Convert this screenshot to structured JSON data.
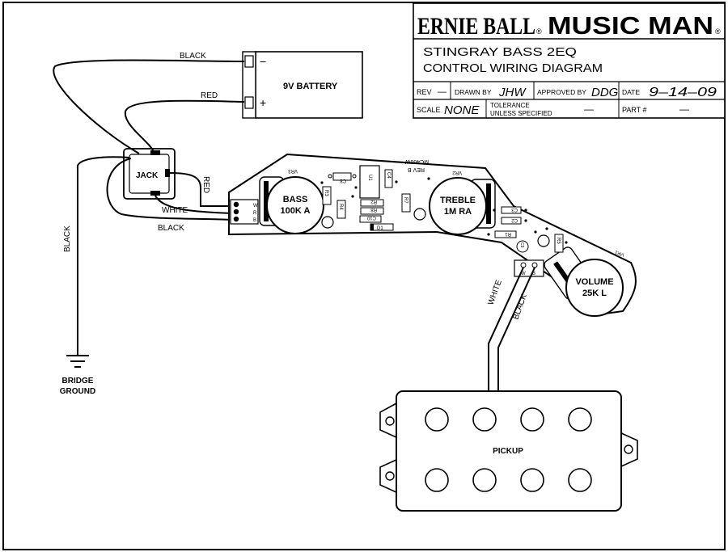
{
  "title_block": {
    "brand_left": "ERNIE BALL",
    "brand_right": "MUSIC MAN",
    "reg_mark": "®",
    "title_line1": "STINGRAY BASS 2EQ",
    "title_line2": "CONTROL WIRING DIAGRAM",
    "rev_label": "REV",
    "rev_value": "—",
    "drawn_label": "DRAWN BY",
    "drawn_value": "JHW",
    "approved_label": "APPROVED BY",
    "approved_value": "DDG",
    "date_label": "DATE",
    "date_value": "9–14–09",
    "scale_label": "SCALE",
    "scale_value": "NONE",
    "tolerance_label_1": "TOLERANCE",
    "tolerance_label_2": "UNLESS SPECIFIED",
    "tolerance_value": "—",
    "part_label": "PART #",
    "part_value": "—"
  },
  "battery": {
    "label": "9V BATTERY",
    "neg": "−",
    "pos": "+"
  },
  "jack": {
    "label": "JACK"
  },
  "wires": {
    "black_top": "BLACK",
    "red_battery": "RED",
    "red_jack": "RED",
    "white_jack": "WHITE",
    "black_jack": "BLACK",
    "black_ground": "BLACK",
    "white_pickup": "WHITE",
    "black_pickup": "BLACK"
  },
  "ground": {
    "line1": "BRIDGE",
    "line2": "GROUND"
  },
  "board": {
    "part_number": "MC466W",
    "revision": "REV B",
    "terminals": [
      "W",
      "R",
      "B"
    ],
    "pickup_terminals": [
      "W",
      "B"
    ],
    "components": [
      "VR3",
      "VR2",
      "VR1",
      "C8",
      "U1",
      "C4",
      "R3",
      "R4",
      "R2",
      "R8",
      "C10",
      "D1",
      "R7",
      "C3",
      "C2",
      "R1",
      "C9",
      "R5"
    ]
  },
  "pots": {
    "bass": {
      "name": "BASS",
      "value": "100K A"
    },
    "treble": {
      "name": "TREBLE",
      "value": "1M RA"
    },
    "volume": {
      "name": "VOLUME",
      "value": "25K L"
    }
  },
  "pickup": {
    "label": "PICKUP"
  }
}
